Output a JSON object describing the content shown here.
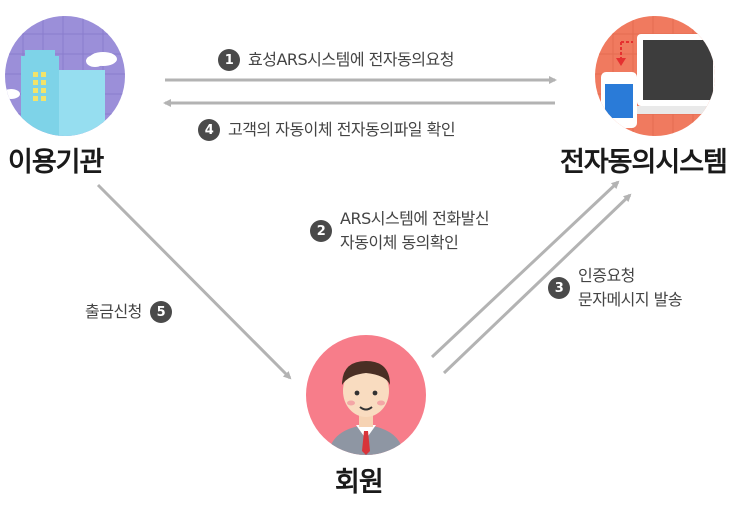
{
  "nodes": {
    "agency": {
      "label": "이용기관"
    },
    "consent_system": {
      "label": "전자동의시스템"
    },
    "member": {
      "label": "회원"
    }
  },
  "steps": [
    {
      "num": "1",
      "text": "효성ARS시스템에 전자동의요청"
    },
    {
      "num": "4",
      "text": "고객의 자동이체 전자동의파일 확인"
    },
    {
      "num": "2",
      "lines": [
        "ARS시스템에 전화발신",
        "자동이체 동의확인"
      ]
    },
    {
      "num": "3",
      "lines": [
        "인증요청",
        "문자메시지 발송"
      ]
    },
    {
      "num": "5",
      "text": "출금신청"
    }
  ],
  "colors": {
    "arrow": "#b3b3b3",
    "badge": "#4a4a4a",
    "agency_circle": "#9b8fd9",
    "system_circle": "#f07a5f",
    "member_circle": "#f77d8a"
  }
}
